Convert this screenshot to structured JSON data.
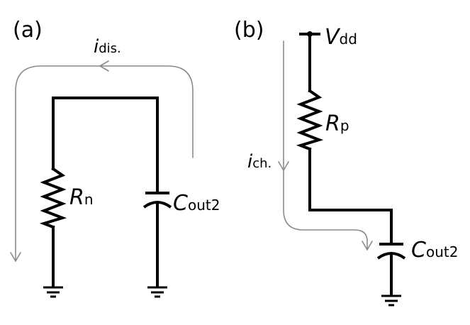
{
  "panel_a": {
    "label": "(a)",
    "resistor": {
      "symbol": "R",
      "sub": "n"
    },
    "capacitor": {
      "symbol": "C",
      "sub": "out2"
    },
    "current": {
      "symbol": "i",
      "sub": "dis."
    }
  },
  "panel_b": {
    "label": "(b)",
    "supply": {
      "symbol": "V",
      "sub": "dd"
    },
    "resistor": {
      "symbol": "R",
      "sub": "p"
    },
    "capacitor": {
      "symbol": "C",
      "sub": "out2"
    },
    "current": {
      "symbol": "i",
      "sub": "ch."
    }
  },
  "colors": {
    "wire": "#000000",
    "current_arrow": "#8a8a8a",
    "background": "#ffffff"
  }
}
